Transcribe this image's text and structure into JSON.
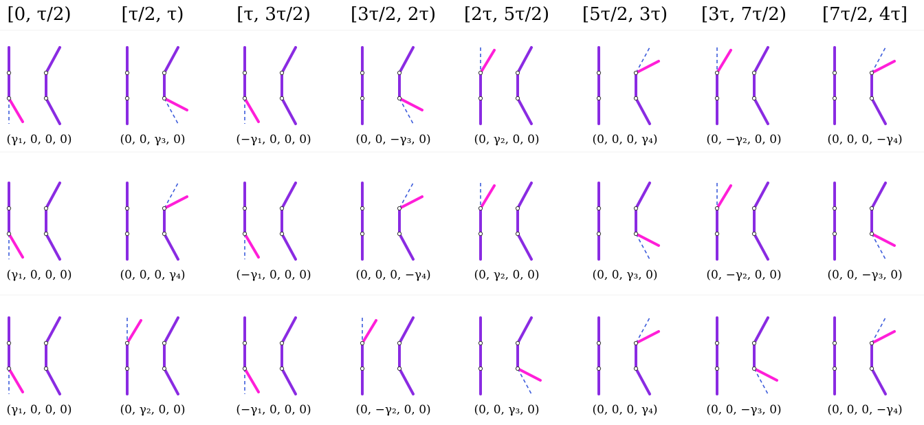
{
  "columns": [
    "[0, τ/2)",
    "[τ/2, τ)",
    "[τ, 3τ/2)",
    "[3τ/2, 2τ)",
    "[2τ, 5τ/2)",
    "[5τ/2, 3τ)",
    "[3τ, 7τ/2)",
    "[7τ/2, 4τ]"
  ],
  "rows": [
    {
      "cells": [
        {
          "label": "(γ₁, 0, 0, 0)",
          "active": "L_lower"
        },
        {
          "label": "(0, 0, γ₃, 0)",
          "active": "R_lower"
        },
        {
          "label": "(−γ₁, 0, 0, 0)",
          "active": "L_lower"
        },
        {
          "label": "(0, 0, −γ₃, 0)",
          "active": "R_lower"
        },
        {
          "label": "(0, γ₂, 0, 0)",
          "active": "L_upper"
        },
        {
          "label": "(0, 0, 0, γ₄)",
          "active": "R_upper"
        },
        {
          "label": "(0, −γ₂, 0, 0)",
          "active": "L_upper"
        },
        {
          "label": "(0, 0, 0, −γ₄)",
          "active": "R_upper"
        }
      ]
    },
    {
      "cells": [
        {
          "label": "(γ₁, 0, 0, 0)",
          "active": "L_lower"
        },
        {
          "label": "(0, 0, 0, γ₄)",
          "active": "R_upper"
        },
        {
          "label": "(−γ₁, 0, 0, 0)",
          "active": "L_lower"
        },
        {
          "label": "(0, 0, 0, −γ₄)",
          "active": "R_upper"
        },
        {
          "label": "(0, γ₂, 0, 0)",
          "active": "L_upper"
        },
        {
          "label": "(0, 0, γ₃, 0)",
          "active": "R_lower"
        },
        {
          "label": "(0, −γ₂, 0, 0)",
          "active": "L_upper"
        },
        {
          "label": "(0, 0, −γ₃, 0)",
          "active": "R_lower"
        }
      ]
    },
    {
      "cells": [
        {
          "label": "(γ₁, 0, 0, 0)",
          "active": "L_lower"
        },
        {
          "label": "(0, γ₂, 0, 0)",
          "active": "L_upper"
        },
        {
          "label": "(−γ₁, 0, 0, 0)",
          "active": "L_lower"
        },
        {
          "label": "(0, −γ₂, 0, 0)",
          "active": "L_upper"
        },
        {
          "label": "(0, 0, γ₃, 0)",
          "active": "R_lower"
        },
        {
          "label": "(0, 0, 0, γ₄)",
          "active": "R_upper"
        },
        {
          "label": "(0, 0, −γ₃, 0)",
          "active": "R_lower"
        },
        {
          "label": "(0, 0, 0, −γ₄)",
          "active": "R_upper"
        }
      ]
    }
  ]
}
